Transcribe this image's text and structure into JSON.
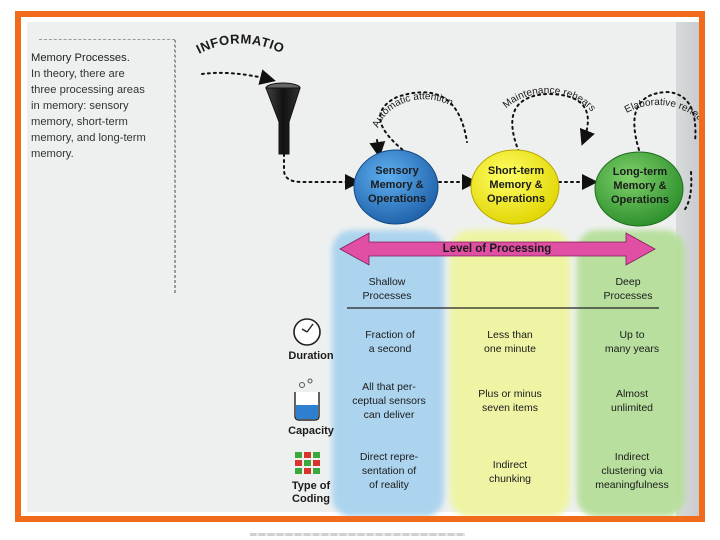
{
  "caption": {
    "lines": [
      "Memory Processes.",
      "In theory, there are",
      "three processing areas",
      "in memory: sensory",
      "memory, short-term",
      "memory, and long-term",
      "memory."
    ]
  },
  "information_label": "INFORMATION",
  "rehearsal_labels": {
    "automatic": "Automatic attention",
    "maintenance": "Maintenance rehearsal",
    "elaborative": "Elaborative rehearsal"
  },
  "nodes": {
    "sensory": {
      "lines": [
        "Sensory",
        "Memory &",
        "Operations"
      ],
      "color": "#2f7fd0"
    },
    "short_term": {
      "lines": [
        "Short-term",
        "Memory &",
        "Operations"
      ],
      "color": "#f1ea14"
    },
    "long_term": {
      "lines": [
        "Long-term",
        "Memory &",
        "Operations"
      ],
      "color": "#3aa83a"
    }
  },
  "level_arrow_label": "Level of Processing",
  "columns": {
    "shallow_heading": [
      "Shallow",
      "Processes"
    ],
    "deep_heading": [
      "Deep",
      "Processes"
    ]
  },
  "rows": {
    "duration": {
      "label": "Duration",
      "cells": [
        [
          "Fraction of",
          "a second"
        ],
        [
          "Less than",
          "one minute"
        ],
        [
          "Up to",
          "many years"
        ]
      ]
    },
    "capacity": {
      "label": "Capacity",
      "cells": [
        [
          "All that per-",
          "ceptual sensors",
          "can deliver"
        ],
        [
          "Plus or minus",
          "seven items"
        ],
        [
          "Almost",
          "unlimited"
        ]
      ]
    },
    "coding": {
      "label": [
        "Type of",
        "Coding"
      ],
      "cells": [
        [
          "Direct repre-",
          "sentation of",
          "of reality"
        ],
        [
          "Indirect",
          "chunking"
        ],
        [
          "Indirect",
          "clustering via",
          "meaningfulness"
        ]
      ]
    }
  },
  "colors": {
    "frame": "#f26a1b",
    "band_blue": "#a9d3ef",
    "band_yellow": "#eef5a0",
    "band_green": "#b6df9a",
    "arrow_pink": "#e14fa4"
  },
  "icons": [
    "funnel-icon",
    "clock-icon",
    "beaker-icon",
    "grid-icon"
  ]
}
